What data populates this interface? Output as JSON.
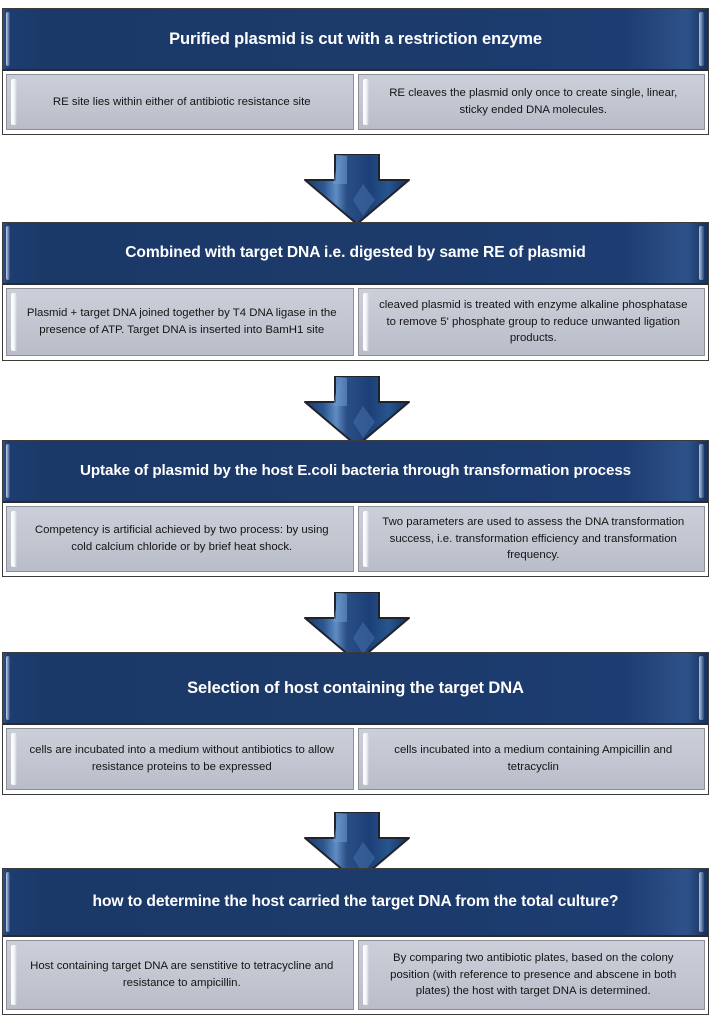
{
  "meta": {
    "title": "Plasmid cloning and selection flowchart",
    "orientation": "vertical-top-to-bottom",
    "colors": {
      "header_navy": "#1B3968",
      "header_navy_light": "#2C4F85",
      "detail_gray": "#C2C6D1",
      "detail_border": "#8D8F97",
      "box_border": "#3B3B3B",
      "arrow_fill": "#1F3F73",
      "arrow_highlight": "#4F7BB5",
      "header_text": "#FFFFFF",
      "detail_text": "#141414",
      "page_background": "#FFFFFF"
    }
  },
  "stages": [
    {
      "id": "stage-1",
      "title": "Purified plasmid is cut with a restriction enzyme",
      "details": [
        "RE site lies within either of antibiotic resistance site",
        "RE cleaves the plasmid  only once to create single, linear, sticky ended DNA molecules."
      ]
    },
    {
      "id": "stage-2",
      "title": "Combined with target DNA i.e. digested by same RE of plasmid",
      "details": [
        "Plasmid + target DNA joined together by T4 DNA ligase  in the presence of ATP.  Target DNA  is inserted into BamH1 site",
        "cleaved plasmid is treated with enzyme  alkaline phosphatase to remove 5' phosphate  group to reduce unwanted ligation products."
      ]
    },
    {
      "id": "stage-3",
      "title": "Uptake of plasmid by the host E.coli bacteria through transformation process",
      "details": [
        "Competency is artificial achieved by two process: by using cold calcium chloride or by brief heat shock.",
        "Two parameters are used to assess the DNA transformation success, i.e. transformation  efficiency and transformation  frequency."
      ]
    },
    {
      "id": "stage-4",
      "title": "Selection of host containing the target DNA",
      "details": [
        "cells are incubated into a medium without antibiotics to allow resistance proteins to be expressed",
        "cells incubated into a medium containing Ampicillin and tetracyclin"
      ]
    },
    {
      "id": "stage-5",
      "title": "how to determine the host carried the target DNA from the total culture?",
      "details": [
        "Host containing target DNA  are senstitive to tetracycline and resistance to ampicillin.",
        "By comparing two antibiotic plates,  based on the colony position (with reference to presence and abscene in both plates) the host with target DNA is determined."
      ]
    }
  ],
  "connectors": [
    {
      "id": "arrow-1",
      "from": "stage-1",
      "to": "stage-2",
      "direction": "down"
    },
    {
      "id": "arrow-2",
      "from": "stage-2",
      "to": "stage-3",
      "direction": "down"
    },
    {
      "id": "arrow-3",
      "from": "stage-3",
      "to": "stage-4",
      "direction": "down"
    },
    {
      "id": "arrow-4",
      "from": "stage-4",
      "to": "stage-5",
      "direction": "down"
    }
  ]
}
